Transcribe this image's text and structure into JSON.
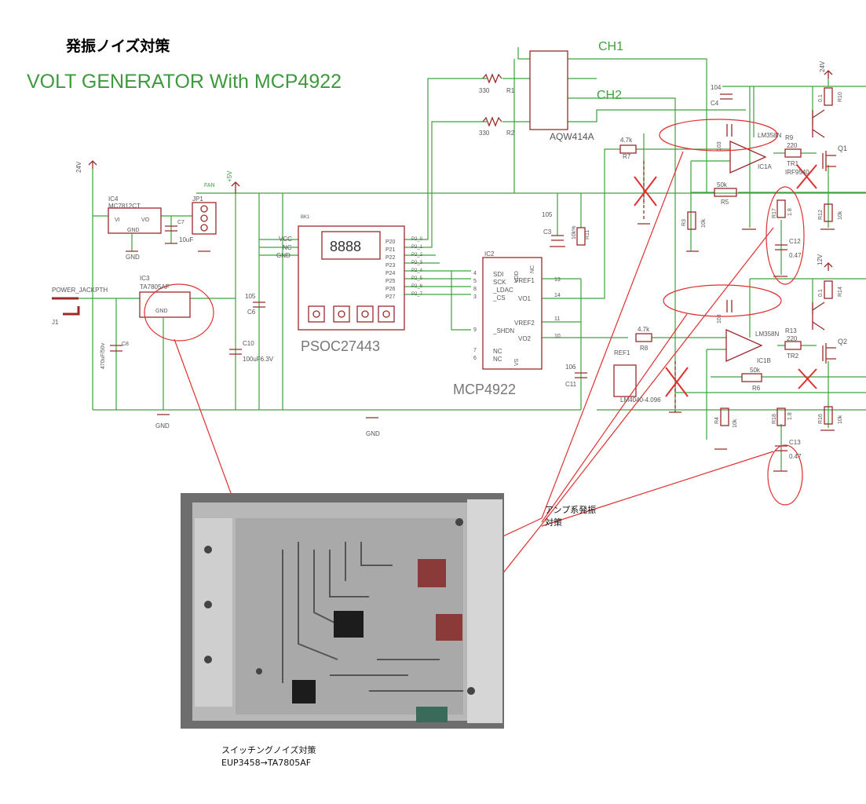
{
  "title_jp": "発振ノイズ対策",
  "title_en": "VOLT GENERATOR With MCP4922",
  "colors": {
    "wire": "#3da33d",
    "part": "#9a2a2a",
    "note": "#e03030",
    "label": "#555555"
  },
  "annotations": {
    "amp_line1": "アンプ系発振",
    "amp_line2": "対策",
    "switch_line1": "スイッチングノイズ対策",
    "switch_line2": "EUP3458→TA7805AF"
  },
  "labels": {
    "psoc": "PSOC27443",
    "mcp": "MCP4922",
    "seg": "8888",
    "aqw": "AQW414A",
    "ch1": "CH1",
    "ch2": "CH2",
    "bk1": "BK1",
    "ic4": "IC4",
    "ic4_part": "MC7812CT",
    "ic3": "IC3",
    "ic3_part": "TA7805AF",
    "jp1": "JP1",
    "fan": "FAN",
    "v24": "24V",
    "v24r": "24V",
    "v12r": "12V",
    "v5": "+5V",
    "power_jack": "POWER_JACKPTH",
    "j1": "J1",
    "vi": "VI",
    "vo": "VO",
    "gnd_lbl": "GND",
    "c7": "C7",
    "c7v": "10uF",
    "c8": "C8",
    "c8v": "470uF/50v",
    "c6": "C6",
    "c6v": "105",
    "c10": "C10",
    "c10v": "100uF6.3V",
    "r1": "R1",
    "r2": "R2",
    "r330a": "330",
    "r330b": "330",
    "r7": "R7",
    "r7v": "4.7k",
    "r8": "R8",
    "r8v": "4.7k",
    "r5": "R5",
    "r5v": "50k",
    "r6": "R6",
    "r6v": "50k",
    "r3": "R3",
    "r3v": "10k",
    "r4": "R4",
    "r4v": "10k",
    "r9": "R9",
    "r9v": "220",
    "r13": "R13",
    "r13v": "220",
    "r10": "R10",
    "r10v": "0.1",
    "r14": "R14",
    "r14v": "0.1",
    "r12": "R12",
    "r12v": "10k",
    "r16": "R16",
    "r16v": "10k",
    "r11": "R11",
    "r11v": "10k%",
    "r17": "R17",
    "r17v": "1.8",
    "r18": "R18",
    "r18v": "1.8",
    "c12": "C12",
    "c12v": "0.47",
    "c13": "C13",
    "c13v": "0.47",
    "c3": "C3",
    "c3v": "105",
    "c4": "C4",
    "c4v": "104",
    "c11": "C11",
    "c11v": "106",
    "c103a": "103",
    "c103b": "103",
    "ic1a": "IC1A",
    "ic1b": "IC1B",
    "lm358a": "LM358N",
    "lm358b": "LM358N",
    "q1": "Q1",
    "q2": "Q2",
    "tr1": "TR1",
    "tr2": "TR2",
    "irf": "IRF9540",
    "ref1": "REF1",
    "ref_part": "LM4040-4.096",
    "ic2": "IC2",
    "vcc": "VCC",
    "nc": "NC",
    "gnd_pin": "GND",
    "pins_left": [
      "SDI",
      "SCK",
      "_LDAC",
      "_CS",
      "_SHDN",
      "NC",
      "NC"
    ],
    "pins_right": [
      "VDD",
      "NC",
      "VREF1",
      "VO1",
      "VREF2",
      "VO2",
      "VS"
    ],
    "pin_nums_left": [
      "4",
      "5",
      "8",
      "3",
      "9",
      "7",
      "6"
    ],
    "pin_nums_right": [
      "13",
      "14",
      "11",
      "10"
    ],
    "ports": [
      "P20",
      "P21",
      "P22",
      "P23",
      "P24",
      "P25",
      "P26",
      "P27"
    ],
    "port_nets": [
      "P2_0",
      "P2_1",
      "P2_2",
      "P2_3",
      "P2_4",
      "P2_5",
      "P2_6",
      "P2_7"
    ],
    "gnd1": "GND",
    "gnd2": "GND",
    "gnd3": "GND"
  }
}
